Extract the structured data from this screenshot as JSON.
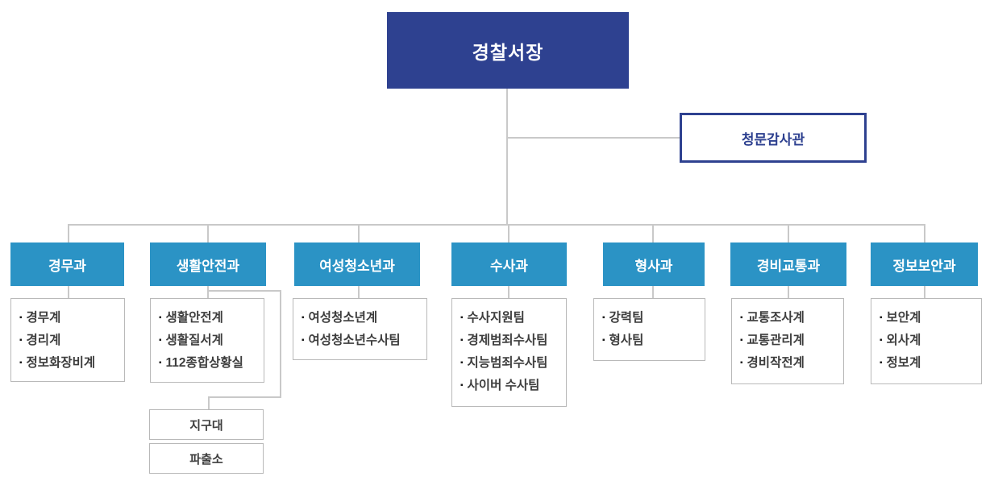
{
  "colors": {
    "navy": "#2e4190",
    "teal": "#2b93c5",
    "connector_gray": "#c9c9c9",
    "box_border_gray": "#b9b9b9",
    "item_text": "#3d3d3d"
  },
  "glyphs": {
    "bullet": "▪"
  },
  "org": {
    "chief": "경찰서장",
    "audit": "청문감사관",
    "departments": [
      {
        "name": "경무과",
        "items": [
          "경무계",
          "경리계",
          "정보화장비계"
        ]
      },
      {
        "name": "생활안전과",
        "items": [
          "생활안전계",
          "생활질서계",
          "112종합상황실"
        ],
        "sub_units": [
          "지구대",
          "파출소"
        ]
      },
      {
        "name": "여성청소년과",
        "items": [
          "여성청소년계",
          "여성청소년수사팀"
        ]
      },
      {
        "name": "수사과",
        "items": [
          "수사지원팀",
          "경제범죄수사팀",
          "지능범죄수사팀",
          "사이버 수사팀"
        ]
      },
      {
        "name": "형사과",
        "items": [
          "강력팀",
          "형사팀"
        ]
      },
      {
        "name": "경비교통과",
        "items": [
          "교통조사계",
          "교통관리계",
          "경비작전계"
        ]
      },
      {
        "name": "정보보안과",
        "items": [
          "보안계",
          "외사계",
          "정보계"
        ]
      }
    ]
  }
}
